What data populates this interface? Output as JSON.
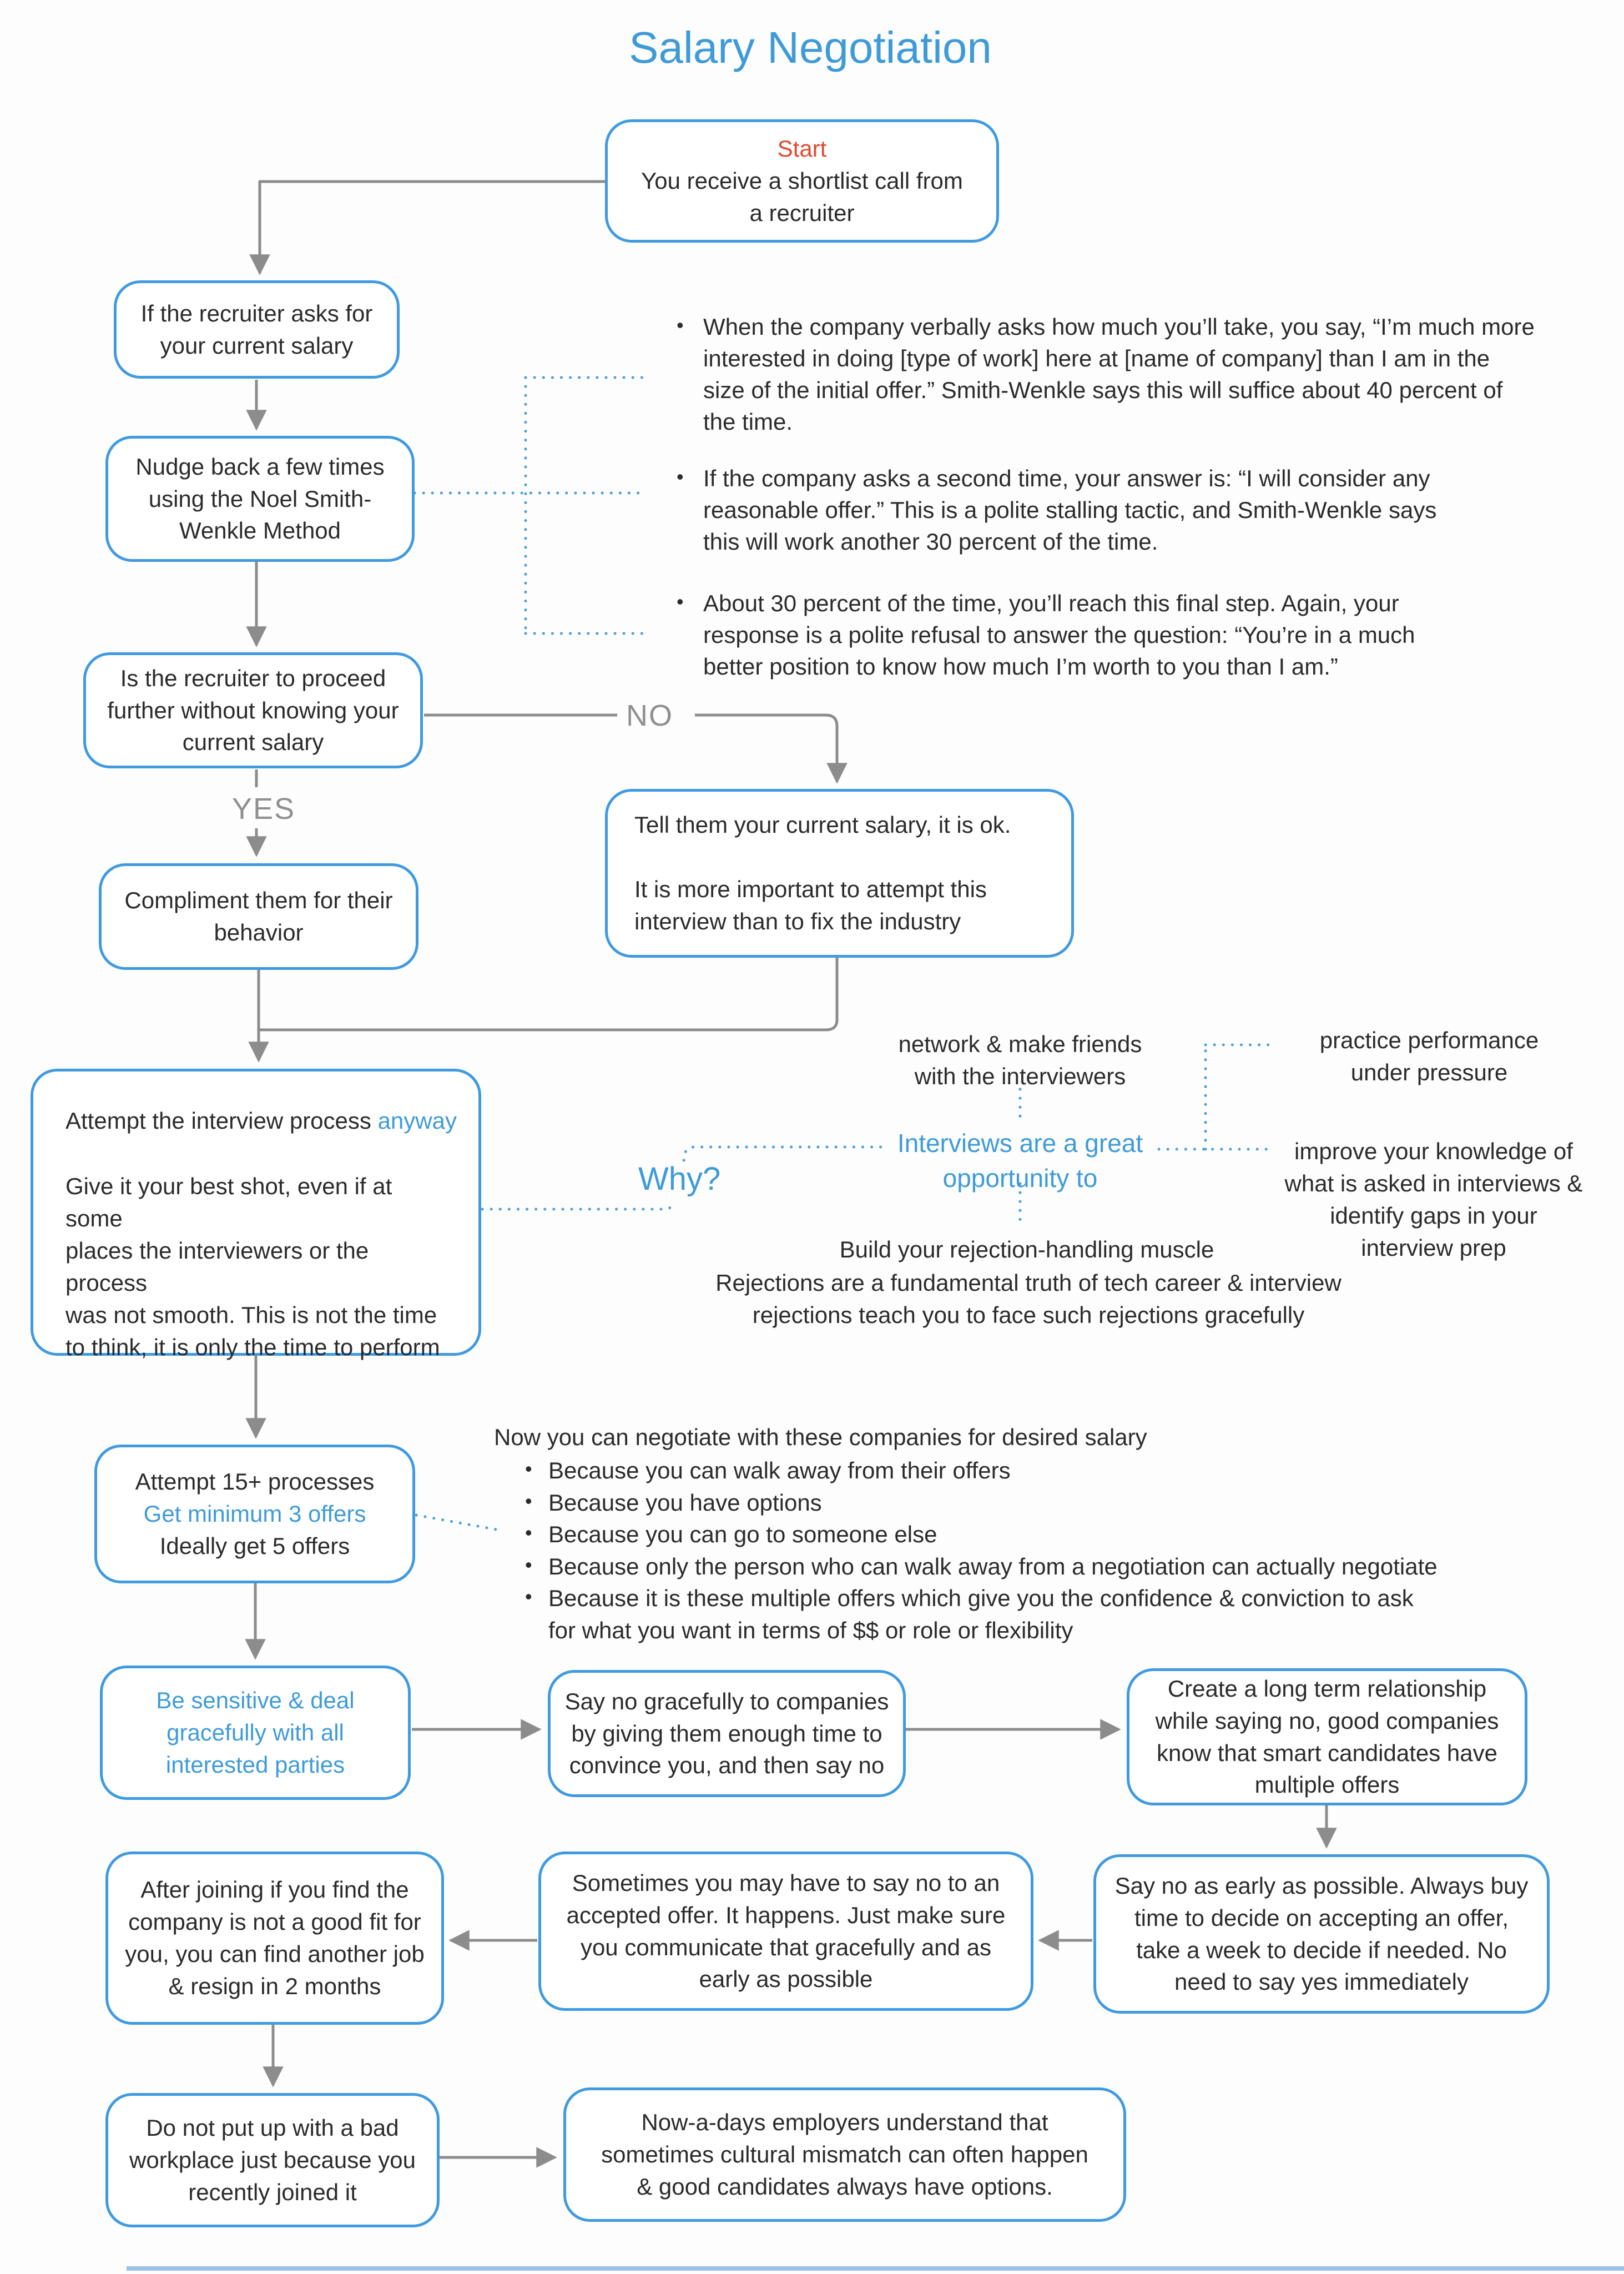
{
  "header": {
    "title": "Salary Negotiation"
  },
  "labels": {
    "yes": "YES",
    "no": "NO",
    "why": "Why?"
  },
  "nodes": {
    "start": {
      "label": "Start",
      "text": "You receive a shortlist call from\na recruiter"
    },
    "if_recruiter": {
      "text": "If the recruiter asks for\nyour current salary"
    },
    "nudge": {
      "text": "Nudge back a few times\nusing the Noel Smith-\nWenkle Method"
    },
    "proceed_question": {
      "text": "Is the recruiter to proceed\nfurther without knowing your\ncurrent salary"
    },
    "compliment": {
      "text": "Compliment them for their\nbehavior"
    },
    "tell_salary": {
      "text": "Tell them your current salary, it is ok.\n\nIt is more important to attempt this\ninterview than to fix the industry"
    },
    "attempt_interview": {
      "lead": "Attempt the interview process ",
      "lead_highlight": "anyway",
      "text": "Give it your best shot, even if at some\nplaces the interviewers or the process\nwas not smooth. This is not the time\nto think, it is only the time to perform"
    },
    "attempt_15": {
      "line1": "Attempt 15+ processes",
      "line2": "Get minimum 3 offers",
      "line3": "Ideally get 5 offers"
    },
    "be_sensitive": {
      "text": "Be sensitive & deal\ngracefully with all\ninterested parties"
    },
    "say_no_gracefully": {
      "text": "Say no gracefully to companies\nby giving them enough time to\nconvince you, and then say no"
    },
    "create_long_term": {
      "text": "Create a long term relationship\nwhile saying no, good companies\nknow that smart candidates have\nmultiple offers"
    },
    "say_no_early": {
      "text": "Say no as early as possible. Always buy\ntime to decide on accepting an offer,\ntake a week to decide if needed. No\nneed to say yes immediately"
    },
    "sometimes_no": {
      "text": "Sometimes you may have to say no to an\naccepted offer. It happens. Just make sure\nyou communicate that gracefully and as\nearly as possible"
    },
    "after_joining": {
      "text": "After joining if you find the\ncompany is not a good fit for\nyou, you can find another job\n& resign in 2 months"
    },
    "do_not_put_up": {
      "text": "Do not put up with a bad\nworkplace just because you\nrecently joined it"
    },
    "nowadays": {
      "text": "Now-a-days employers understand that\nsometimes cultural mismatch can often happen\n& good candidates always have options."
    }
  },
  "smith_wenkle_bullets": {
    "items": [
      "When the company verbally asks how much you’ll take, you say, “I’m much more\ninterested in doing [type of work] here at [name of company] than I am in the\nsize of the initial offer.” Smith-Wenkle says this will suffice about 40 percent of\nthe time.",
      "If the company asks a second time, your answer is: “I will consider any\nreasonable offer.” This is a polite stalling tactic, and Smith-Wenkle says\nthis will work another 30 percent of the time.",
      "About 30 percent of the time, you’ll reach this final step. Again, your\nresponse is a polite refusal to answer the question: “You’re in a much\nbetter position to know how much I’m worth to you than I am.”"
    ]
  },
  "interview_benefits": {
    "network": "network & make friends\nwith the interviewers",
    "opportunity": "Interviews are a great\nopportunity to",
    "practice": "practice performance\nunder pressure",
    "improve": "improve your knowledge of\nwhat is asked in interviews &\nidentify gaps in your\ninterview prep",
    "muscle_title": "Build your rejection-handling muscle",
    "muscle_text": "Rejections are a fundamental truth of tech career & interview\nrejections teach you to face such rejections gracefully"
  },
  "negotiate": {
    "title": "Now you can negotiate with these companies for desired salary",
    "items": [
      "Because you can walk away from their offers",
      "Because you have options",
      "Because you can go to someone else",
      "Because only the person who can walk away from a negotiation can actually negotiate",
      "Because it is these multiple offers which give you the confidence & conviction to ask\nfor what you want in terms of $$ or role or flexibility"
    ]
  },
  "colors": {
    "accent_blue": "#3e9bd8",
    "box_border": "#3f9ae0",
    "start_red": "#e0492e",
    "line_gray": "#8c8c8c",
    "label_gray": "#8f8f8f",
    "bottom_bar": "#99c2e6"
  }
}
